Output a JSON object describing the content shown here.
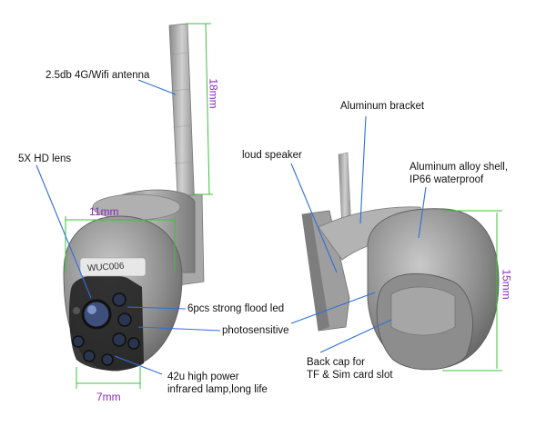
{
  "labels": {
    "antenna": "2.5db 4G/Wifi antenna",
    "lens": "5X HD lens",
    "flood_led": "6pcs strong flood led",
    "photosensitive": "photosensitive",
    "infrared_line1": "42u high power",
    "infrared_line2": "infrared lamp,long life",
    "bracket": "Aluminum bracket",
    "speaker": "loud speaker",
    "shell_line1": "Aluminum alloy shell,",
    "shell_line2": "IP66 waterproof",
    "backcap_line1": "Back cap for",
    "backcap_line2": "TF & Sim card slot",
    "model_tag": "WUC006"
  },
  "dimensions": {
    "antenna_height": "18mm",
    "dome_width": "11mm",
    "lens_width": "7mm",
    "rear_height": "15mm"
  },
  "colors": {
    "dimension_line": "#3fbf3f",
    "dimension_text": "#8a2bbd",
    "leader_line": "#2f6fd6",
    "body_grey": "#9a9a9a"
  }
}
